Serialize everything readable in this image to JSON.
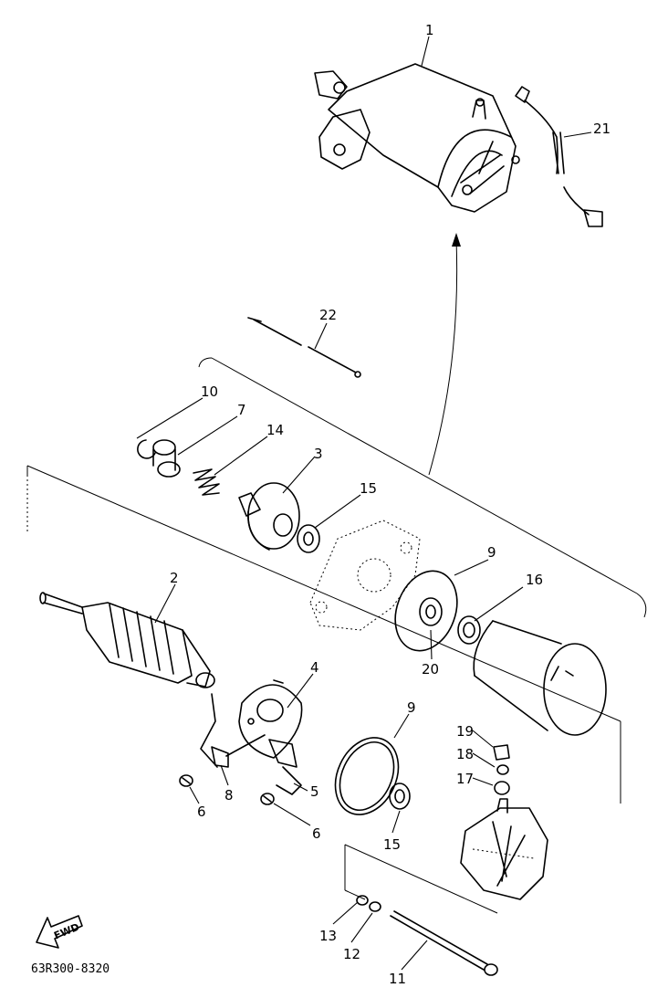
{
  "diagram_code": "63R300-8320",
  "fwd_label": "FWD",
  "callouts": {
    "c1": "1",
    "c2": "2",
    "c3": "3",
    "c4": "4",
    "c5": "5",
    "c6a": "6",
    "c6b": "6",
    "c7": "7",
    "c8": "8",
    "c9a": "9",
    "c9b": "9",
    "c10": "10",
    "c11": "11",
    "c12": "12",
    "c13": "13",
    "c14": "14",
    "c15a": "15",
    "c15b": "15",
    "c16": "16",
    "c17": "17",
    "c18": "18",
    "c19": "19",
    "c20": "20",
    "c21": "21",
    "c22": "22"
  }
}
